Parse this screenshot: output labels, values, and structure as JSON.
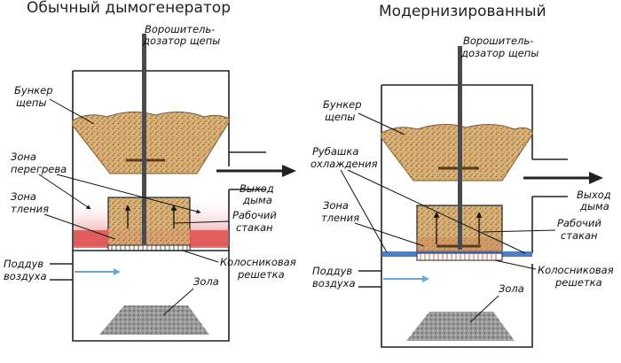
{
  "titles": {
    "left": "Обычный дымогенератор",
    "right": "Модернизированный"
  },
  "labels": {
    "left": {
      "stirrer_1": "Ворошитель-",
      "stirrer_2": "дозатор щепы",
      "hopper_1": "Бункер",
      "hopper_2": "щепы",
      "heat_1": "Зона",
      "heat_2": "перегрева",
      "smolder_1": "Зона",
      "smolder_2": "тления",
      "outlet_1": "Выход",
      "outlet_2": "дыма",
      "cup_1": "Рабочий",
      "cup_2": "стакан",
      "grate_1": "Колосниковая",
      "grate_2": "решетка",
      "air_1": "Поддув",
      "air_2": "воздуха",
      "ash": "Зола"
    },
    "right": {
      "stirrer_1": "Ворошитель-",
      "stirrer_2": "дозатор щепы",
      "hopper_1": "Бункер",
      "hopper_2": "щепы",
      "jacket_1": "Рубашка",
      "jacket_2": "охлаждения",
      "smolder_1": "Зона",
      "smolder_2": "тления",
      "outlet_1": "Выход",
      "outlet_2": "дыма",
      "cup_1": "Рабочий",
      "cup_2": "стакан",
      "grate_1": "Колосниковая",
      "grate_2": "решетка",
      "air_1": "Поддув",
      "air_2": "воздуха",
      "ash": "Зола"
    }
  },
  "colors": {
    "chips": "#d9b27a",
    "chips_dark": "#9c6b32",
    "overheat": "#e46a6a",
    "smolder": "#d34a4a",
    "jacket": "#4b7fc7",
    "ash": "#8e8e8e",
    "air": "#6aa6d8",
    "rod": "#4a4a4a"
  }
}
